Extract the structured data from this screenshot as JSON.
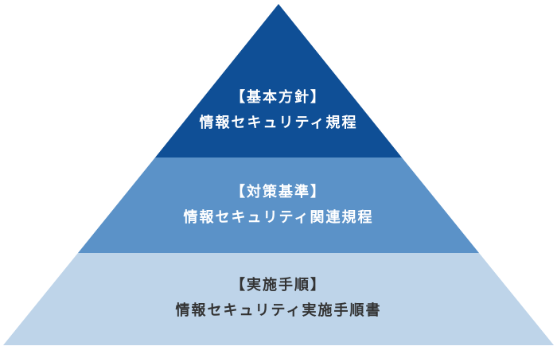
{
  "diagram": {
    "type": "pyramid",
    "background_color": "#FFFFFF",
    "tiers": [
      {
        "label": "【基本方針】",
        "description": "情報セキュリティ規程",
        "fill_color": "#0F4F96",
        "text_color": "#FFFFFF"
      },
      {
        "label": "【対策基準】",
        "description": "情報セキュリティ関連規程",
        "fill_color": "#5B92C8",
        "text_color": "#FFFFFF"
      },
      {
        "label": "【実施手順】",
        "description": "情報セキュリティ実施手順書",
        "fill_color": "#BED4E9",
        "text_color": "#333333"
      }
    ]
  }
}
